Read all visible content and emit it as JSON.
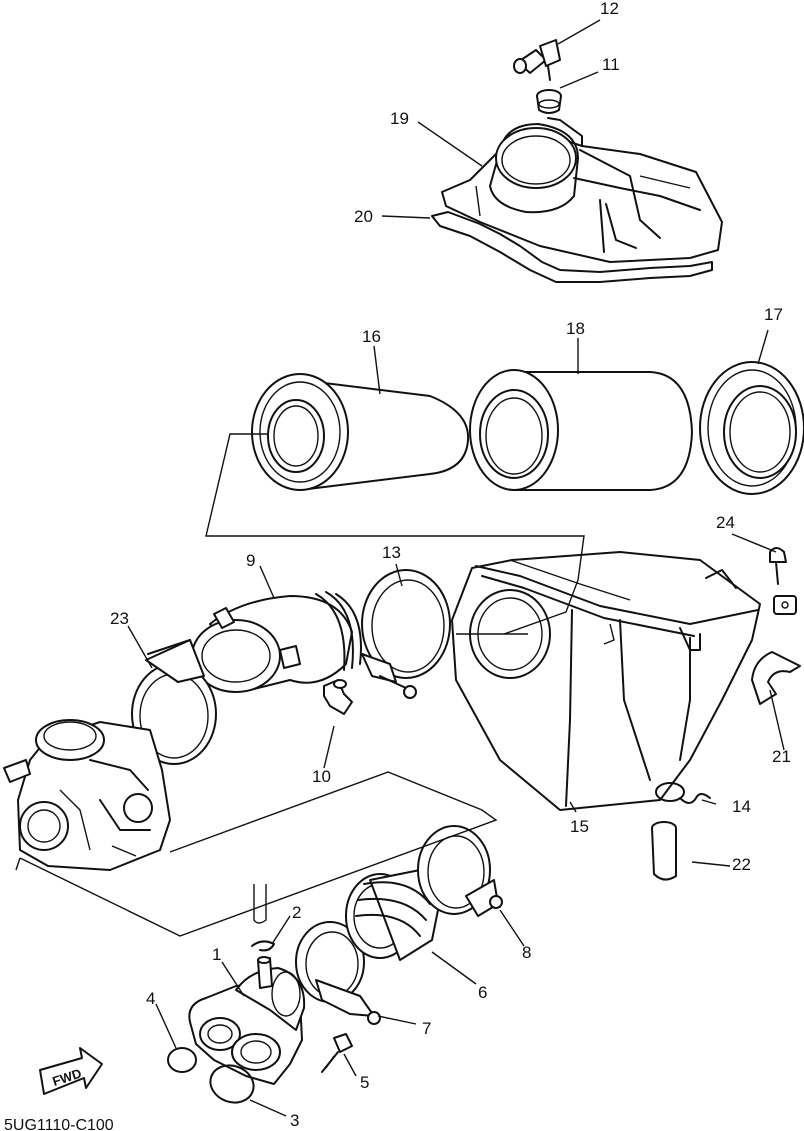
{
  "diagram": {
    "part_labels": {
      "p1": "1",
      "p2": "2",
      "p3": "3",
      "p4": "4",
      "p5": "5",
      "p6": "6",
      "p7": "7",
      "p8": "8",
      "p9": "9",
      "p10": "10",
      "p11": "11",
      "p12": "12",
      "p13": "13",
      "p14": "14",
      "p15": "15",
      "p16": "16",
      "p17": "17",
      "p18": "18",
      "p19": "19",
      "p20": "20",
      "p21": "21",
      "p22": "22",
      "p23": "23",
      "p24": "24"
    },
    "direction_badge": "FWD",
    "drawing_code": "5UG1110-C100"
  }
}
